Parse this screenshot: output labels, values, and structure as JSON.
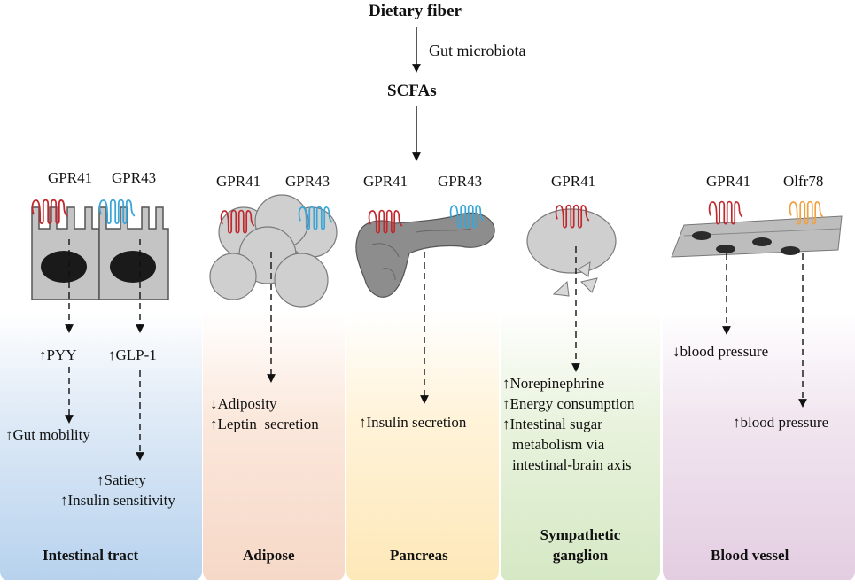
{
  "header": {
    "dietary_fiber": "Dietary fiber",
    "gut_microbiota": "Gut microbiota",
    "scfas": "SCFAs"
  },
  "intestinal": {
    "gpr41": "GPR41",
    "gpr43": "GPR43",
    "pyy": "↑PYY",
    "glp1": "↑GLP-1",
    "gut_mobility": "↑Gut mobility",
    "satiety": "↑Satiety",
    "insulin_sensitivity": "↑Insulin sensitivity",
    "label": "Intestinal tract"
  },
  "adipose": {
    "gpr41": "GPR41",
    "gpr43": "GPR43",
    "adiposity": "↓Adiposity",
    "leptin": "↑Leptin  secretion",
    "label": "Adipose"
  },
  "pancreas": {
    "gpr41": "GPR41",
    "gpr43": "GPR43",
    "insulin": "↑Insulin secretion",
    "label": "Pancreas"
  },
  "sympathetic": {
    "gpr41": "GPR41",
    "norepinephrine": "↑Norepinephrine",
    "energy": "↑Energy consumption",
    "sugar1": "↑Intestinal sugar",
    "sugar2": "metabolism via",
    "sugar3": "intestinal-brain axis",
    "label_line1": "Sympathetic",
    "label_line2": "ganglion"
  },
  "blood_vessel": {
    "gpr41": "GPR41",
    "olfr78": "Olfr78",
    "bp_down": "↓blood pressure",
    "bp_up": "↑blood pressure",
    "label": "Blood vessel"
  },
  "colors": {
    "gpr41_receptor": "#c0282d",
    "gpr43_receptor": "#3aa6d8",
    "olfr78_receptor": "#f0a040",
    "cell_fill": "#c8c8c8",
    "nucleus": "#1a1a1a"
  }
}
